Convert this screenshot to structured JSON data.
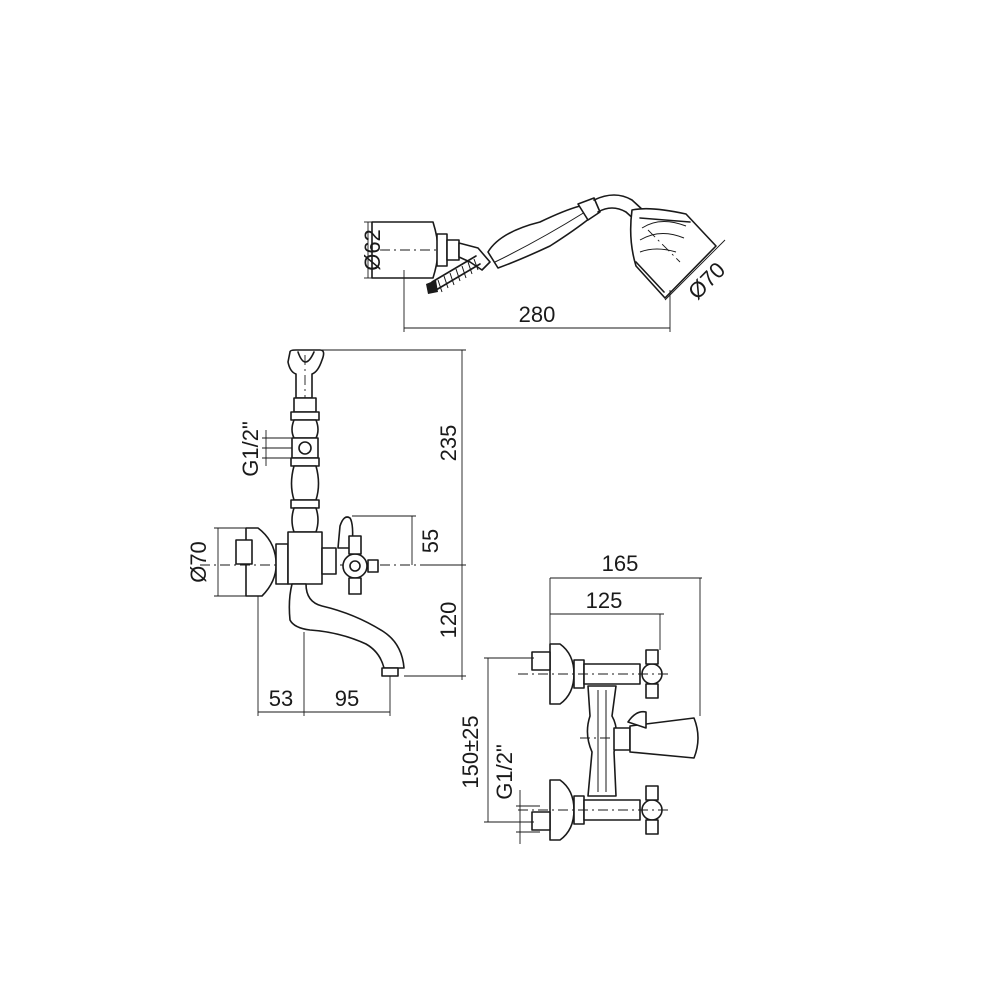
{
  "handshower": {
    "diameter_holder": "Ø62",
    "length": "280",
    "diameter_head": "Ø70"
  },
  "wall_mixer": {
    "thread": "G1/2\"",
    "height_total": "235",
    "handle_height": "55",
    "diameter_flange": "Ø70",
    "spout_drop": "120",
    "depth_flange": "53",
    "spout_reach": "95"
  },
  "top_view": {
    "total_depth": "165",
    "handle_depth": "125",
    "center_distance": "150±25",
    "thread": "G1/2\""
  }
}
